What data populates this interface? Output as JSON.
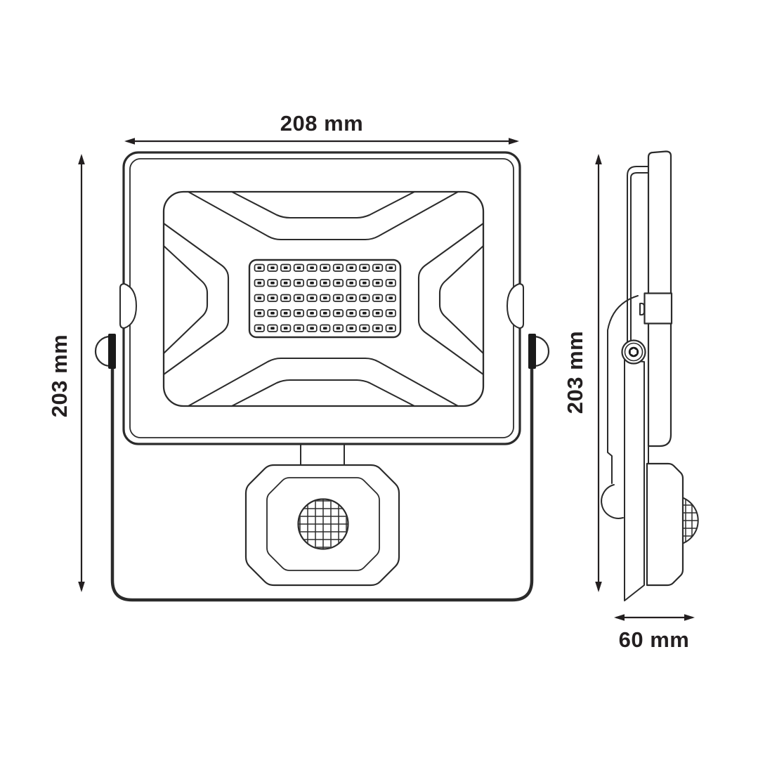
{
  "views": {
    "front": {
      "width_label": "208 mm",
      "height_label": "203 mm"
    },
    "side": {
      "height_label": "203 mm",
      "depth_label": "60 mm"
    }
  },
  "led_grid": {
    "rows": 5,
    "columns": 11
  },
  "colors": {
    "line": "#2b2b2b",
    "text": "#231f20",
    "background": "#ffffff",
    "accent_fill": "#1a1a1a"
  }
}
